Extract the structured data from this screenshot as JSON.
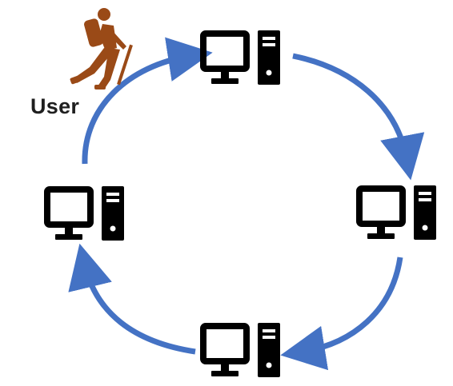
{
  "user_label": "User",
  "icons": {
    "user": "hiker-user-icon",
    "node": "desktop-computer-icon"
  },
  "colors": {
    "arrow": "#4472c4",
    "icon": "#000000",
    "user": "#9a4a17",
    "background": "#ffffff"
  },
  "cycle": [
    "computer-top",
    "computer-right",
    "computer-bottom",
    "computer-left"
  ]
}
